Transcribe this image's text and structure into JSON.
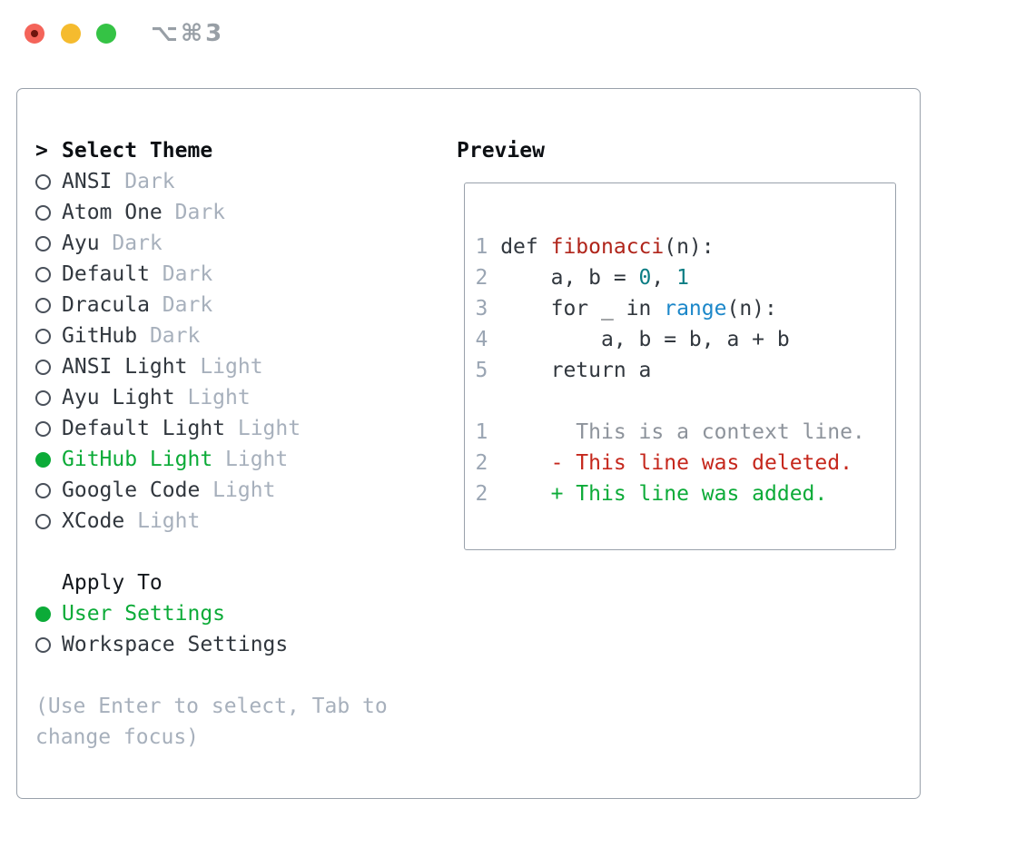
{
  "window": {
    "shortcut_label": "⌥⌘3"
  },
  "colors": {
    "text-dark": "#31373e",
    "text-black": "#0c0f13",
    "muted": "#a7b0bc",
    "line-number": "#9aa5b3",
    "context": "#8d939b",
    "green": "#0cab38",
    "red-del": "#c5271c",
    "red-fn": "#b0241a",
    "teal": "#0c7d84",
    "blue": "#1c87c9",
    "panel-border": "#99a1ab",
    "traffic-red": "#f4645a",
    "traffic-yellow": "#f5bb2e",
    "traffic-green": "#35c345"
  },
  "theme_picker": {
    "prompt": ">",
    "title": "Select Theme",
    "themes": [
      {
        "name": "ANSI",
        "variant": "Dark",
        "selected": false
      },
      {
        "name": "Atom One",
        "variant": "Dark",
        "selected": false
      },
      {
        "name": "Ayu",
        "variant": "Dark",
        "selected": false
      },
      {
        "name": "Default",
        "variant": "Dark",
        "selected": false
      },
      {
        "name": "Dracula",
        "variant": "Dark",
        "selected": false
      },
      {
        "name": "GitHub",
        "variant": "Dark",
        "selected": false
      },
      {
        "name": "ANSI Light",
        "variant": "Light",
        "selected": false
      },
      {
        "name": "Ayu Light",
        "variant": "Light",
        "selected": false
      },
      {
        "name": "Default Light",
        "variant": "Light",
        "selected": false
      },
      {
        "name": "GitHub Light",
        "variant": "Light",
        "selected": true
      },
      {
        "name": "Google Code",
        "variant": "Light",
        "selected": false
      },
      {
        "name": "XCode",
        "variant": "Light",
        "selected": false
      }
    ],
    "apply_to": {
      "title": "Apply To",
      "options": [
        {
          "label": "User Settings",
          "selected": true
        },
        {
          "label": "Workspace Settings",
          "selected": false
        }
      ]
    },
    "hint_lines": [
      "(Use Enter to select, Tab to",
      "change focus)"
    ]
  },
  "preview": {
    "title": "Preview",
    "code_lines": [
      {
        "tokens": [
          {
            "t": "1",
            "c": "ln"
          },
          {
            "t": " def ",
            "c": "code"
          },
          {
            "t": "fibonacci",
            "c": "fn"
          },
          {
            "t": "(n):",
            "c": "code"
          }
        ]
      },
      {
        "tokens": [
          {
            "t": "2",
            "c": "ln"
          },
          {
            "t": "     a, b = ",
            "c": "code"
          },
          {
            "t": "0",
            "c": "num"
          },
          {
            "t": ", ",
            "c": "code"
          },
          {
            "t": "1",
            "c": "num"
          }
        ]
      },
      {
        "tokens": [
          {
            "t": "3",
            "c": "ln"
          },
          {
            "t": "     for _ in ",
            "c": "code"
          },
          {
            "t": "range",
            "c": "builtin"
          },
          {
            "t": "(n):",
            "c": "code"
          }
        ]
      },
      {
        "tokens": [
          {
            "t": "4",
            "c": "ln"
          },
          {
            "t": "         a, b = b, a + b",
            "c": "code"
          }
        ]
      },
      {
        "tokens": [
          {
            "t": "5",
            "c": "ln"
          },
          {
            "t": "     return a",
            "c": "code"
          }
        ]
      },
      {
        "tokens": []
      },
      {
        "tokens": [
          {
            "t": "1",
            "c": "ln"
          },
          {
            "t": "       This is a context line.",
            "c": "ctx"
          }
        ]
      },
      {
        "tokens": [
          {
            "t": "2",
            "c": "ln"
          },
          {
            "t": "     - This line was deleted.",
            "c": "del"
          }
        ]
      },
      {
        "tokens": [
          {
            "t": "2",
            "c": "ln"
          },
          {
            "t": "     + This line was added.",
            "c": "add"
          }
        ]
      }
    ]
  }
}
